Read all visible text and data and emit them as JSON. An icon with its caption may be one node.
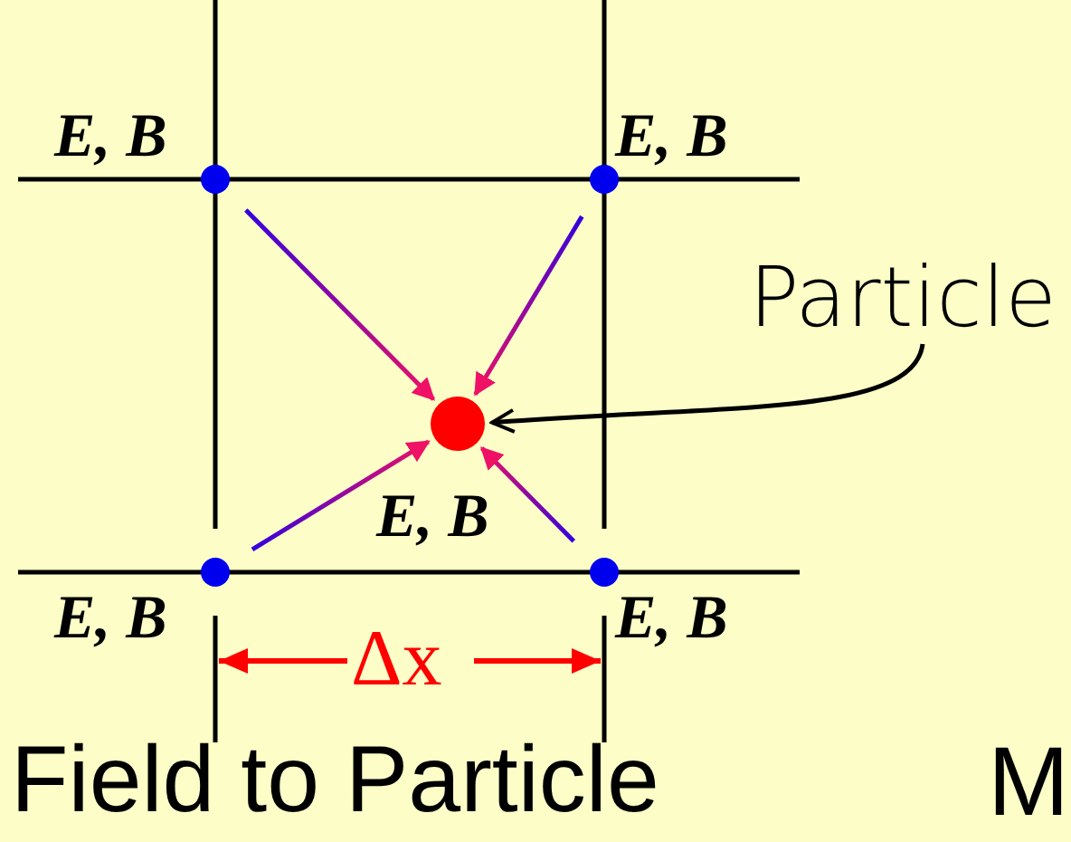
{
  "diagram": {
    "caption": "Field to Particle",
    "nodes": [
      {
        "text": [],
        "shape": "circle",
        "beside": [
          "E, B"
        ]
      },
      {
        "text": [],
        "shape": "circle",
        "beside": [
          "E, B"
        ]
      },
      {
        "text": [
          "Particle"
        ]
      },
      {
        "text": [],
        "shape": "circle",
        "beside": [
          "E, B"
        ]
      },
      {
        "text": [],
        "shape": "circle",
        "beside": [
          "E, B"
        ]
      },
      {
        "text": [],
        "shape": "circle",
        "beside": [
          "E, B"
        ]
      }
    ],
    "edges": [
      {
        "from": 0,
        "to": 3,
        "arrow": "to"
      },
      {
        "from": 1,
        "to": 3,
        "arrow": "to"
      },
      {
        "from": 2,
        "to": 3,
        "arrow": "to",
        "color": "#000000"
      },
      {
        "from": 4,
        "to": 3,
        "arrow": "to"
      },
      {
        "from": 5,
        "to": 3,
        "arrow": "to"
      }
    ],
    "labels": [
      "Δx",
      "M"
    ]
  }
}
